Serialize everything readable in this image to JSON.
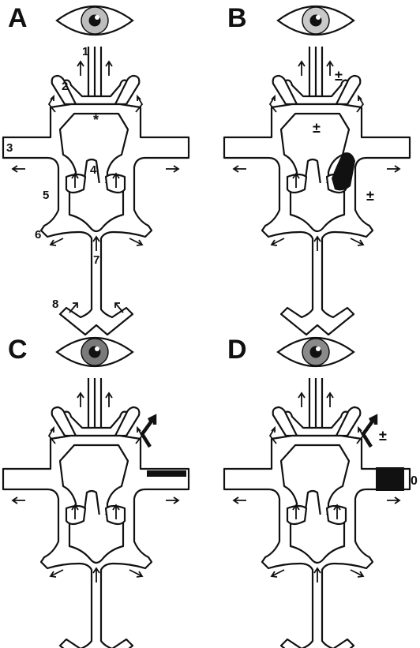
{
  "panels": [
    {
      "letter": "A",
      "iris": "#bdbdbd"
    },
    {
      "letter": "B",
      "iris": "#c9c9c9"
    },
    {
      "letter": "C",
      "iris": "#7a7a7a"
    },
    {
      "letter": "D",
      "iris": "#8a8a8a"
    }
  ],
  "labels": {
    "n1": "1",
    "n2": "2",
    "n3": "3",
    "n4": "4",
    "n5": "5",
    "n6": "6",
    "n7": "7",
    "n8": "8",
    "star": "*"
  },
  "annotations": {
    "plus_minus": "±",
    "zero": "0"
  }
}
